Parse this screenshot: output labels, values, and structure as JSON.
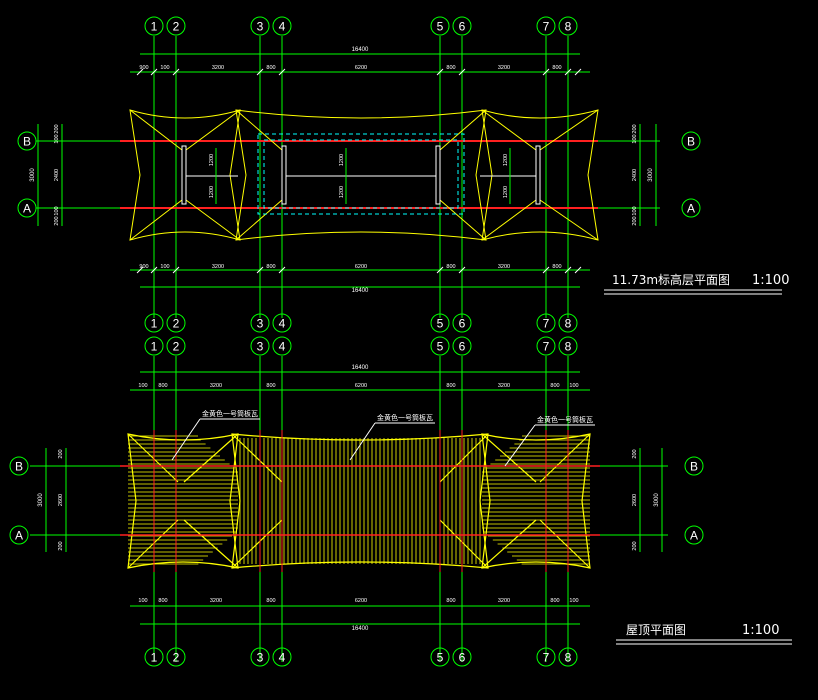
{
  "plans": [
    {
      "title": "11.73m标高层平面图",
      "scale": "1:100",
      "column_labels": [
        "1",
        "2",
        "3",
        "4",
        "5",
        "6",
        "7",
        "8"
      ],
      "row_labels": [
        "B",
        "A"
      ],
      "overall_dim": "16400",
      "overall_dim_bottom": "16400",
      "dims_top": [
        "900",
        "100",
        "3200",
        "800",
        "6200",
        "800",
        "3200",
        "800"
      ],
      "dims_bottom": [
        "900",
        "100",
        "3200",
        "800",
        "6200",
        "800",
        "3200",
        "800"
      ],
      "left_dims": [
        "200",
        "100",
        "2400",
        "100",
        "200"
      ],
      "left_total": "3000",
      "right_dims": [
        "200",
        "100",
        "2400",
        "100",
        "200"
      ],
      "right_total": "3000",
      "inner_dims_left": [
        "1200",
        "1200"
      ],
      "inner_dims_mid": [
        "1200",
        "1200"
      ],
      "inner_dims_right": [
        "1200",
        "1200"
      ]
    },
    {
      "title": "屋顶平面图",
      "scale": "1:100",
      "column_labels": [
        "1",
        "2",
        "3",
        "4",
        "5",
        "6",
        "7",
        "8"
      ],
      "row_labels": [
        "B",
        "A"
      ],
      "overall_dim": "16400",
      "overall_dim_bottom": "16400",
      "dims_top": [
        "100",
        "800",
        "3200",
        "800",
        "6200",
        "800",
        "3200",
        "800",
        "100"
      ],
      "dims_bottom": [
        "100",
        "800",
        "3200",
        "800",
        "6200",
        "800",
        "3200",
        "800",
        "100"
      ],
      "left_dims": [
        "200",
        "2600",
        "200"
      ],
      "left_total": "3000",
      "right_dims": [
        "200",
        "2600",
        "200"
      ],
      "right_total": "3000",
      "annotations": [
        "金黄色一号筒板瓦",
        "金黄色一号筒板瓦",
        "金黄色一号筒板瓦"
      ]
    }
  ],
  "colors": {
    "grid": "#00ff00",
    "wall": "#ff2020",
    "roof": "#ffff00",
    "dim": "#ffffff",
    "cyan": "#00ffff"
  }
}
